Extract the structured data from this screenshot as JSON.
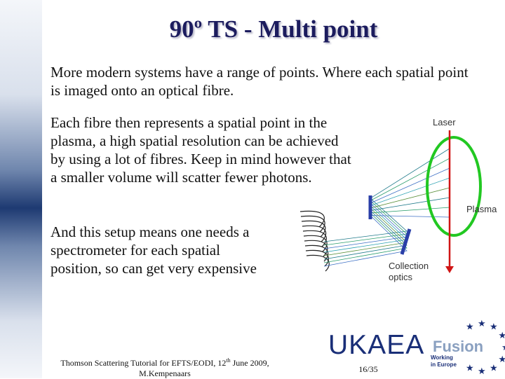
{
  "slide": {
    "title": "90º TS - Multi point",
    "paragraph1": "More modern systems have a range of points. Where each spatial point is imaged onto an optical fibre.",
    "paragraph2": "Each fibre then represents a spatial point in the plasma, a high spatial resolution can be achieved by using a lot of fibres. Keep in mind however that a smaller volume will scatter fewer photons.",
    "paragraph3": "And this setup means one needs a spectrometer for each spatial position, so can get very expensive"
  },
  "diagram": {
    "laser_label": "Laser",
    "plasma_label": "Plasma",
    "optics_label": "Collection optics",
    "colors": {
      "laser": "#d01515",
      "plasma": "#22c822",
      "mirror": "#2a3fa8"
    }
  },
  "footer": {
    "text_before_sup": "Thomson Scattering Tutorial for EFTS/EODI, 12",
    "sup": "th",
    "text_after_sup": " June 2009,",
    "author": "M.Kempenaars",
    "page": "16/35"
  },
  "logo": {
    "ukaea": "UKAEA",
    "fusion": "Fusion",
    "working_line1": "Working",
    "working_line2": "in Europe",
    "colors": {
      "ukaea": "#1a2f78",
      "fusion": "#8aa0c0",
      "stars": "#1a2f78"
    }
  }
}
